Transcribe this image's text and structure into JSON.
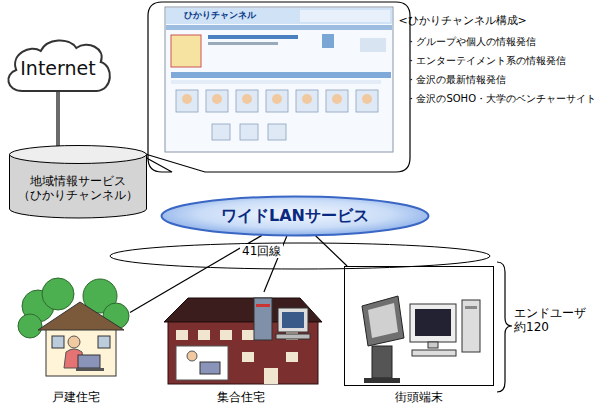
{
  "diagram": {
    "nodes": [
      {
        "text": [
          "Internet"
        ]
      },
      {
        "text": [
          "地域情報サービス （ひかりチャンネル）"
        ]
      },
      {
        "text": [
          "ワイドLANサービス"
        ]
      },
      {
        "text": [
          "戸建住宅"
        ]
      },
      {
        "text": [
          "集合住宅"
        ]
      },
      {
        "text": [
          "街頭端末"
        ]
      }
    ],
    "edges": [
      {
        "from": 0,
        "to": 1,
        "arrow": "none"
      },
      {
        "from": 2,
        "to": 3,
        "arrow": "none"
      },
      {
        "from": 2,
        "to": 4,
        "arrow": "none"
      },
      {
        "from": 2,
        "to": 5,
        "arrow": "none"
      }
    ],
    "labels": [
      "ひかりチャンネル",
      "<ひかりチャンネル構成>",
      "・グループや個人の情報発信",
      "・エンターテイメント系の情報発信",
      "・金沢の最新情報発信",
      "・金沢のSOHO・大学のベンチャーサイト",
      "41回線",
      "エンドユーザ 約120"
    ]
  }
}
